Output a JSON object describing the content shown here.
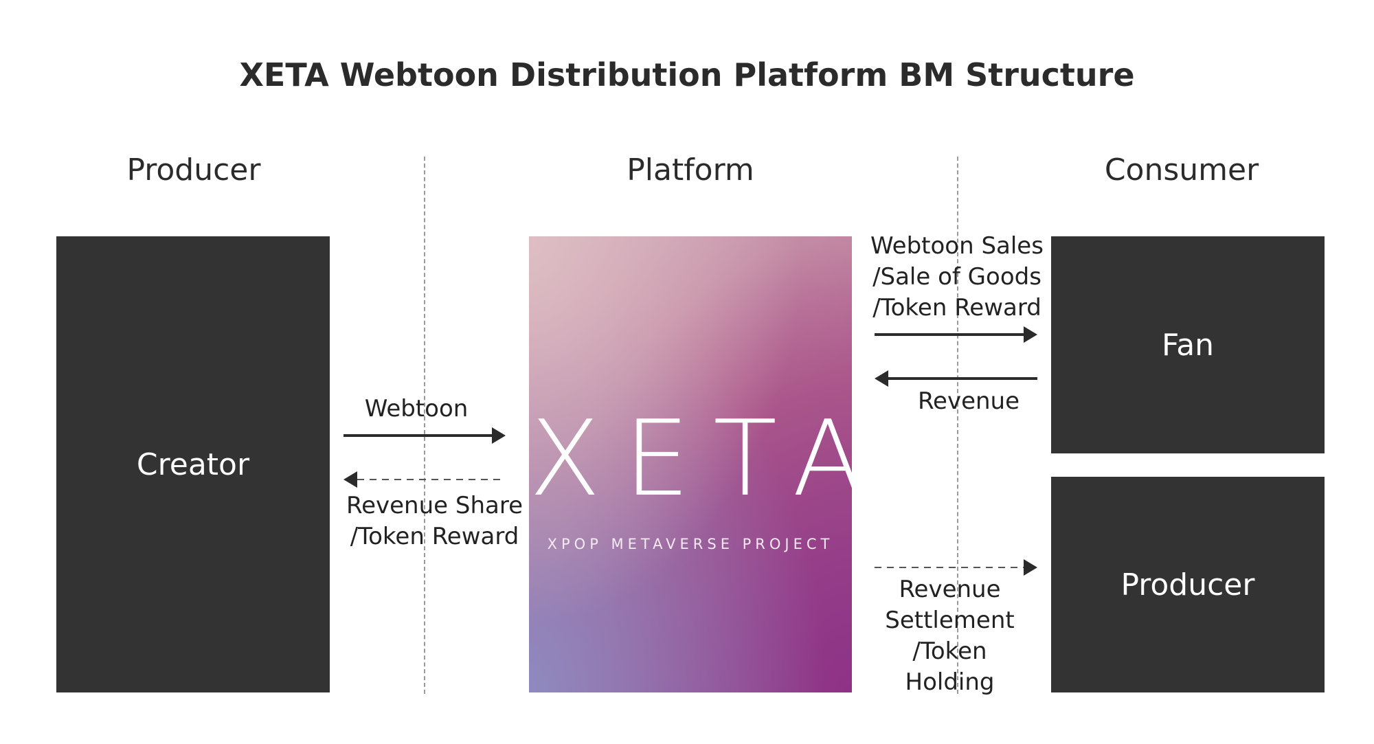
{
  "title": "XETA Webtoon Distribution Platform BM Structure",
  "columns": {
    "producer": "Producer",
    "platform": "Platform",
    "consumer": "Consumer"
  },
  "boxes": {
    "creator": "Creator",
    "fan": "Fan",
    "producer": "Producer"
  },
  "platform_logo": {
    "wordmark": "XETA",
    "subtitle": "XPOP METAVERSE PROJECT"
  },
  "flows": {
    "webtoon": "Webtoon",
    "revenue_share": [
      "Revenue Share",
      "/Token Reward"
    ],
    "sales": [
      "Webtoon Sales",
      "/Sale of Goods",
      "/Token Reward"
    ],
    "revenue": "Revenue",
    "settlement": [
      "Revenue",
      "Settlement",
      "/Token",
      "Holding"
    ]
  },
  "colors": {
    "box": "#333333",
    "arrow": "#2b2b2b",
    "divider": "#9a9a9a",
    "gradient_top_left": "#deBEC4",
    "gradient_bottom_right": "#8E3286"
  }
}
